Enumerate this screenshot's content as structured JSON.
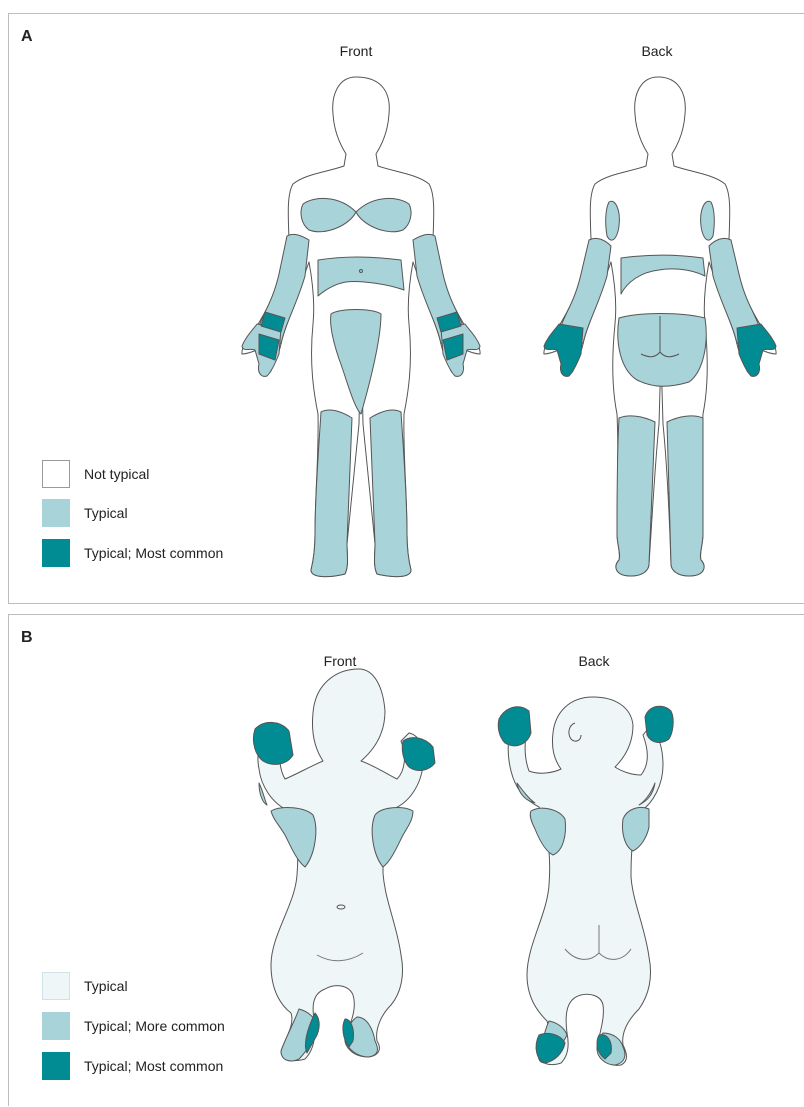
{
  "colors": {
    "not_typical": "#ffffff",
    "typical_adult": "#a8d3d8",
    "most_common": "#008c92",
    "typical_infant": "#eef6f8",
    "more_common": "#a8d3d8",
    "outline": "#555555"
  },
  "panel_a": {
    "letter": "A",
    "front_label": "Front",
    "back_label": "Back",
    "legend": [
      {
        "label": "Not typical",
        "color": "#ffffff"
      },
      {
        "label": "Typical",
        "color": "#a8d3d8"
      },
      {
        "label": "Typical; Most common",
        "color": "#008c92"
      }
    ]
  },
  "panel_b": {
    "letter": "B",
    "front_label": "Front",
    "back_label": "Back",
    "legend": [
      {
        "label": "Typical",
        "color": "#eef6f8"
      },
      {
        "label": "Typical; More common",
        "color": "#a8d3d8"
      },
      {
        "label": "Typical; Most common",
        "color": "#008c92"
      }
    ]
  }
}
